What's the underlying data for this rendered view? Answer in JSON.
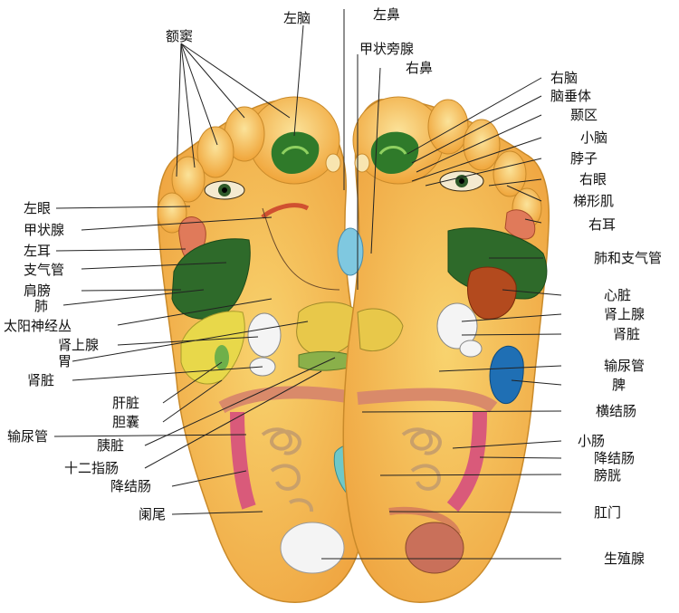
{
  "labels": {
    "e_dou": "额窦",
    "zuonao": "左脑",
    "zuobi": "左鼻",
    "jiazhuangpangxian": "甲状旁腺",
    "youbi": "右鼻",
    "younao": "右脑",
    "naochuiti": "脑垂体",
    "niequ": "颞区",
    "xiaonao": "小脑",
    "bozi": "脖子",
    "youyan": "右眼",
    "tixingji": "梯形肌",
    "youer": "右耳",
    "fei_he_zhiqiguan": "肺和支气管",
    "xinzang": "心脏",
    "shenshangxian_r": "肾上腺",
    "shenzang_r": "肾脏",
    "shuniaoguan_r": "输尿管",
    "pi": "脾",
    "hengjiechang": "横结肠",
    "xiaochang": "小肠",
    "jiangjiechang_r": "降结肠",
    "pangguang": "膀胱",
    "gangmen": "肛门",
    "shengzhixian": "生殖腺",
    "zuoyan": "左眼",
    "jiazhuangxian": "甲状腺",
    "zuoer": "左耳",
    "zhiqiguan": "支气管",
    "jianbang": "肩膀",
    "fei": "肺",
    "taiyangshenjingcong": "太阳神经丛",
    "shenshangxian_l": "肾上腺",
    "wei": "胃",
    "shenzang_l": "肾脏",
    "ganzang": "肝脏",
    "dannang": "胆囊",
    "shuniaoguan_l": "输尿管",
    "yizang": "胰脏",
    "shierzhichang": "十二指肠",
    "jiangjiechang_l": "降结肠",
    "lanwei": "阑尾"
  },
  "colors": {
    "skin": "#f2b84a",
    "skin_light": "#f9dc7a",
    "skin_dark": "#d98a2c",
    "green_dark": "#2f6b2a",
    "green_light": "#6fb04a",
    "blue": "#1f6fb4",
    "cyan": "#7fd0d8",
    "yellow": "#e8d84a",
    "red_heart": "#b34a1e",
    "intestine": "#e9b08a",
    "line": "#222222"
  }
}
